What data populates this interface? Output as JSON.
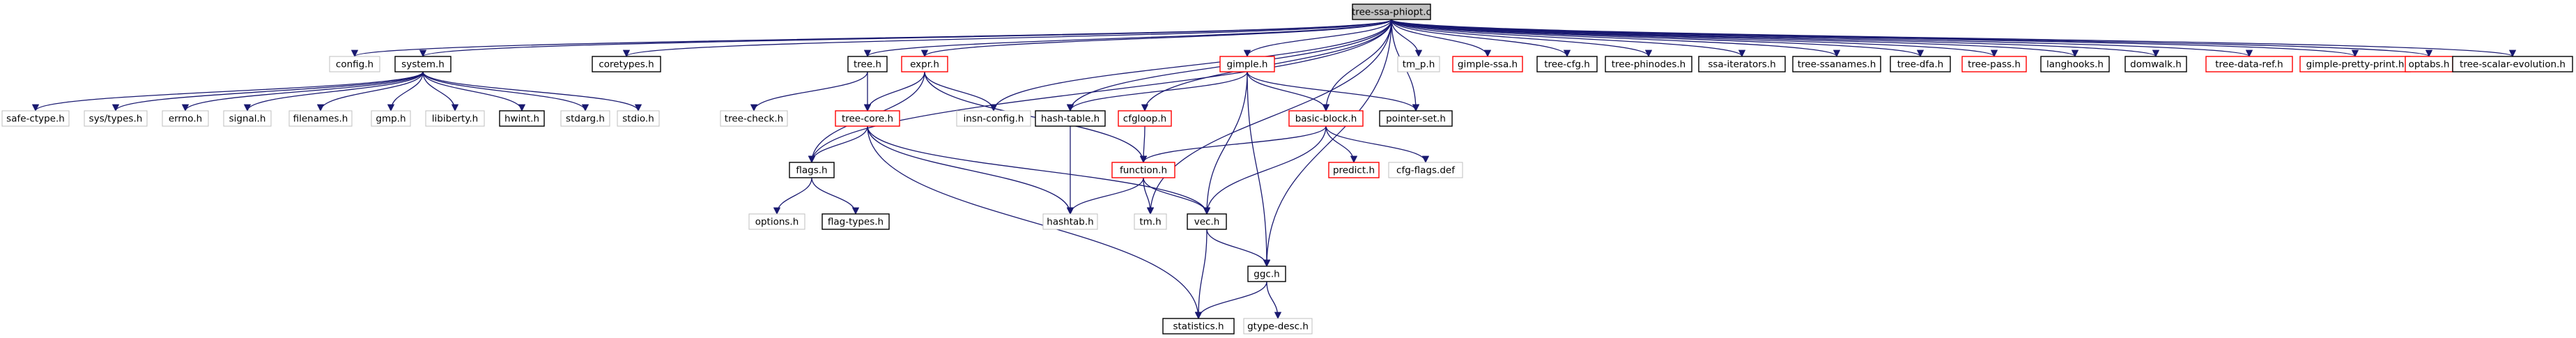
{
  "title": "tree-ssa-phiopt.c",
  "colors": {
    "edge": "#191970",
    "root_fill": "#bfbfbf",
    "documented_border": "#000000",
    "undocumented_border": "#bfbfbf",
    "linked_border": "#ff0000",
    "text": "#000000"
  },
  "nodes": [
    {
      "id": "root",
      "label": "tree-ssa-phiopt.c",
      "style": "root"
    },
    {
      "id": "config_h",
      "label": "config.h",
      "style": "gray"
    },
    {
      "id": "system_h",
      "label": "system.h",
      "style": "black"
    },
    {
      "id": "coretypes_h",
      "label": "coretypes.h",
      "style": "black"
    },
    {
      "id": "tree_h",
      "label": "tree.h",
      "style": "black"
    },
    {
      "id": "expr_h",
      "label": "expr.h",
      "style": "red"
    },
    {
      "id": "gimple_h",
      "label": "gimple.h",
      "style": "red"
    },
    {
      "id": "tm_p_h",
      "label": "tm_p.h",
      "style": "gray"
    },
    {
      "id": "gimple_ssa_h",
      "label": "gimple-ssa.h",
      "style": "red"
    },
    {
      "id": "tree_cfg_h",
      "label": "tree-cfg.h",
      "style": "black"
    },
    {
      "id": "tree_phinodes_h",
      "label": "tree-phinodes.h",
      "style": "black"
    },
    {
      "id": "ssa_iterators_h",
      "label": "ssa-iterators.h",
      "style": "black"
    },
    {
      "id": "tree_ssanames_h",
      "label": "tree-ssanames.h",
      "style": "black"
    },
    {
      "id": "tree_dfa_h",
      "label": "tree-dfa.h",
      "style": "black"
    },
    {
      "id": "tree_pass_h",
      "label": "tree-pass.h",
      "style": "red"
    },
    {
      "id": "langhooks_h",
      "label": "langhooks.h",
      "style": "black"
    },
    {
      "id": "domwalk_h",
      "label": "domwalk.h",
      "style": "black"
    },
    {
      "id": "tree_data_ref_h",
      "label": "tree-data-ref.h",
      "style": "red"
    },
    {
      "id": "gimple_pretty_print_h",
      "label": "gimple-pretty-print.h",
      "style": "red"
    },
    {
      "id": "optabs_h",
      "label": "optabs.h",
      "style": "red"
    },
    {
      "id": "tree_scalar_evolution_h",
      "label": "tree-scalar-evolution.h",
      "style": "black"
    },
    {
      "id": "safe_ctype_h",
      "label": "safe-ctype.h",
      "style": "gray"
    },
    {
      "id": "sys_types_h",
      "label": "sys/types.h",
      "style": "gray"
    },
    {
      "id": "errno_h",
      "label": "errno.h",
      "style": "gray"
    },
    {
      "id": "signal_h",
      "label": "signal.h",
      "style": "gray"
    },
    {
      "id": "filenames_h",
      "label": "filenames.h",
      "style": "gray"
    },
    {
      "id": "gmp_h",
      "label": "gmp.h",
      "style": "gray"
    },
    {
      "id": "libiberty_h",
      "label": "libiberty.h",
      "style": "gray"
    },
    {
      "id": "hwint_h",
      "label": "hwint.h",
      "style": "black"
    },
    {
      "id": "stdarg_h",
      "label": "stdarg.h",
      "style": "gray"
    },
    {
      "id": "stdio_h",
      "label": "stdio.h",
      "style": "gray"
    },
    {
      "id": "tree_check_h",
      "label": "tree-check.h",
      "style": "gray"
    },
    {
      "id": "tree_core_h",
      "label": "tree-core.h",
      "style": "red"
    },
    {
      "id": "insn_config_h",
      "label": "insn-config.h",
      "style": "gray"
    },
    {
      "id": "hash_table_h",
      "label": "hash-table.h",
      "style": "black"
    },
    {
      "id": "cfgloop_h",
      "label": "cfgloop.h",
      "style": "red"
    },
    {
      "id": "basic_block_h",
      "label": "basic-block.h",
      "style": "red"
    },
    {
      "id": "pointer_set_h",
      "label": "pointer-set.h",
      "style": "black"
    },
    {
      "id": "flags_h",
      "label": "flags.h",
      "style": "black"
    },
    {
      "id": "predict_h",
      "label": "predict.h",
      "style": "red"
    },
    {
      "id": "cfg_flags_def",
      "label": "cfg-flags.def",
      "style": "gray"
    },
    {
      "id": "function_h",
      "label": "function.h",
      "style": "red"
    },
    {
      "id": "options_h",
      "label": "options.h",
      "style": "gray"
    },
    {
      "id": "flag_types_h",
      "label": "flag-types.h",
      "style": "black"
    },
    {
      "id": "hashtab_h",
      "label": "hashtab.h",
      "style": "gray"
    },
    {
      "id": "tm_h",
      "label": "tm.h",
      "style": "gray"
    },
    {
      "id": "vec_h",
      "label": "vec.h",
      "style": "black"
    },
    {
      "id": "ggc_h",
      "label": "ggc.h",
      "style": "black"
    },
    {
      "id": "statistics_h",
      "label": "statistics.h",
      "style": "black"
    },
    {
      "id": "gtype_desc_h",
      "label": "gtype-desc.h",
      "style": "gray"
    }
  ],
  "edges": [
    [
      "root",
      "config_h"
    ],
    [
      "root",
      "system_h"
    ],
    [
      "root",
      "coretypes_h"
    ],
    [
      "root",
      "tree_h"
    ],
    [
      "root",
      "expr_h"
    ],
    [
      "root",
      "gimple_h"
    ],
    [
      "root",
      "tm_p_h"
    ],
    [
      "root",
      "gimple_ssa_h"
    ],
    [
      "root",
      "tree_cfg_h"
    ],
    [
      "root",
      "tree_phinodes_h"
    ],
    [
      "root",
      "ssa_iterators_h"
    ],
    [
      "root",
      "tree_ssanames_h"
    ],
    [
      "root",
      "tree_dfa_h"
    ],
    [
      "root",
      "tree_pass_h"
    ],
    [
      "root",
      "langhooks_h"
    ],
    [
      "root",
      "domwalk_h"
    ],
    [
      "root",
      "tree_data_ref_h"
    ],
    [
      "root",
      "gimple_pretty_print_h"
    ],
    [
      "root",
      "optabs_h"
    ],
    [
      "root",
      "tree_scalar_evolution_h"
    ],
    [
      "root",
      "flags_h"
    ],
    [
      "root",
      "insn_config_h"
    ],
    [
      "root",
      "hash_table_h"
    ],
    [
      "root",
      "cfgloop_h"
    ],
    [
      "root",
      "basic_block_h"
    ],
    [
      "root",
      "pointer_set_h"
    ],
    [
      "root",
      "tm_h"
    ],
    [
      "root",
      "ggc_h"
    ],
    [
      "system_h",
      "safe_ctype_h"
    ],
    [
      "system_h",
      "sys_types_h"
    ],
    [
      "system_h",
      "errno_h"
    ],
    [
      "system_h",
      "signal_h"
    ],
    [
      "system_h",
      "filenames_h"
    ],
    [
      "system_h",
      "gmp_h"
    ],
    [
      "system_h",
      "libiberty_h"
    ],
    [
      "system_h",
      "hwint_h"
    ],
    [
      "system_h",
      "stdarg_h"
    ],
    [
      "system_h",
      "stdio_h"
    ],
    [
      "tree_h",
      "tree_check_h"
    ],
    [
      "tree_h",
      "tree_core_h"
    ],
    [
      "expr_h",
      "tree_core_h"
    ],
    [
      "expr_h",
      "insn_config_h"
    ],
    [
      "expr_h",
      "flags_h"
    ],
    [
      "expr_h",
      "function_h"
    ],
    [
      "gimple_h",
      "hash_table_h"
    ],
    [
      "gimple_h",
      "basic_block_h"
    ],
    [
      "gimple_h",
      "pointer_set_h"
    ],
    [
      "gimple_h",
      "vec_h"
    ],
    [
      "gimple_h",
      "ggc_h"
    ],
    [
      "tree_core_h",
      "flags_h"
    ],
    [
      "tree_core_h",
      "hashtab_h"
    ],
    [
      "tree_core_h",
      "vec_h"
    ],
    [
      "tree_core_h",
      "statistics_h"
    ],
    [
      "hash_table_h",
      "hashtab_h"
    ],
    [
      "cfgloop_h",
      "function_h"
    ],
    [
      "basic_block_h",
      "predict_h"
    ],
    [
      "basic_block_h",
      "cfg_flags_def"
    ],
    [
      "basic_block_h",
      "function_h"
    ],
    [
      "basic_block_h",
      "vec_h"
    ],
    [
      "flags_h",
      "options_h"
    ],
    [
      "flags_h",
      "flag_types_h"
    ],
    [
      "function_h",
      "hashtab_h"
    ],
    [
      "function_h",
      "tm_h"
    ],
    [
      "function_h",
      "vec_h"
    ],
    [
      "vec_h",
      "ggc_h"
    ],
    [
      "vec_h",
      "statistics_h"
    ],
    [
      "ggc_h",
      "statistics_h"
    ],
    [
      "ggc_h",
      "gtype_desc_h"
    ]
  ]
}
